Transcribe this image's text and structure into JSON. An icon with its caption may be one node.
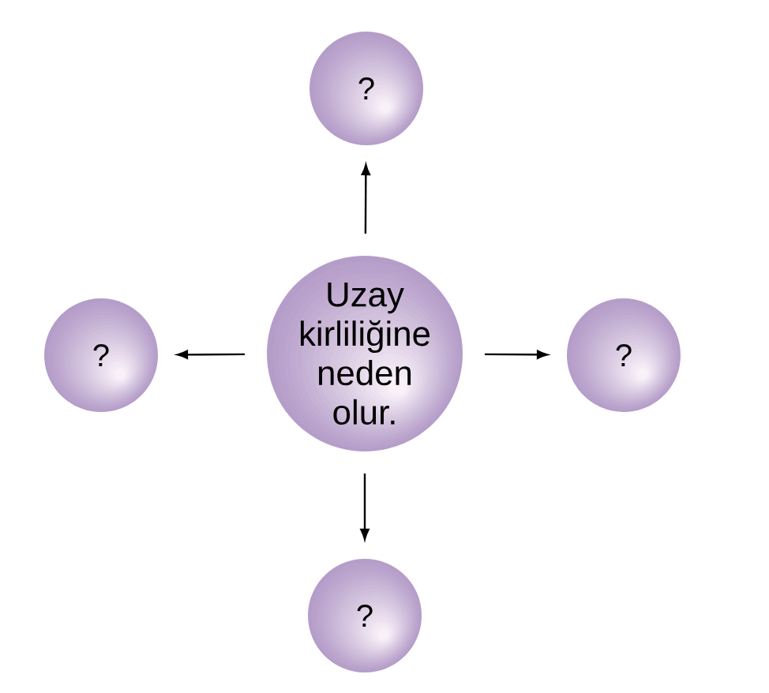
{
  "diagram": {
    "nodes": [
      {
        "text": [
          "?"
        ]
      },
      {
        "text": [
          "?"
        ]
      },
      {
        "text": [
          "Uzay kirliliğine neden olur."
        ]
      },
      {
        "text": [
          "?"
        ]
      },
      {
        "text": [
          "?"
        ]
      }
    ],
    "edges": [
      {
        "from": 2,
        "to": 0,
        "arrow": "to"
      },
      {
        "from": 2,
        "to": 1,
        "arrow": "to"
      },
      {
        "from": 2,
        "to": 3,
        "arrow": "to"
      },
      {
        "from": 2,
        "to": 4,
        "arrow": "to"
      }
    ]
  }
}
